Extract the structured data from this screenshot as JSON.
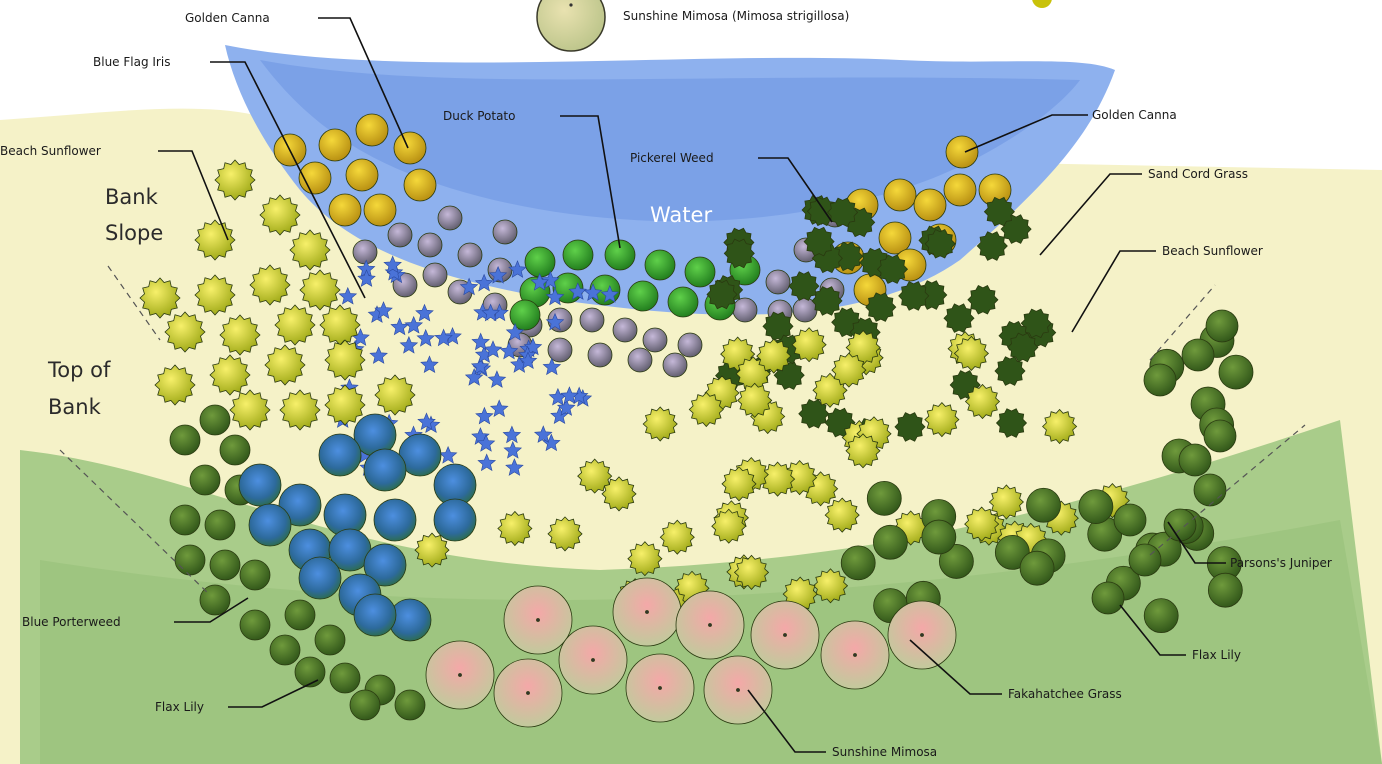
{
  "legend": {
    "sunshine_mimosa_label": "Sunshine Mimosa (Mimosa strigillosa)"
  },
  "zones": {
    "water": "Water",
    "bank_slope_line1": "Bank",
    "bank_slope_line2": "Slope",
    "top_of_bank_line1": "Top of",
    "top_of_bank_line2": "Bank"
  },
  "plant_labels": {
    "golden_canna_left": "Golden Canna",
    "blue_flag_iris": "Blue Flag Iris",
    "beach_sunflower_left": "Beach Sunflower",
    "duck_potato": "Duck Potato",
    "pickerel_weed": "Pickerel Weed",
    "golden_canna_right": "Golden Canna",
    "sand_cord_grass": "Sand Cord Grass",
    "beach_sunflower_right": "Beach Sunflower",
    "parsons_juniper": "Parsons's Juniper",
    "flax_lily_right": "Flax Lily",
    "fakahatchee_grass": "Fakahatchee Grass",
    "sunshine_mimosa": "Sunshine Mimosa",
    "flax_lily_left": "Flax Lily",
    "blue_porterweed": "Blue Porterweed"
  },
  "colors": {
    "water": "#7fa4e8",
    "bank": "#f4f1c2",
    "ground": "#a9cc8a",
    "golden_canna": "#d9c21a",
    "beach_sunflower": "#c9d020",
    "blue_flag_iris": "#4a73d8",
    "pickerel_weed": "#9a8aa6",
    "duck_potato": "#2fa52c",
    "sand_cord_grass": "#3f6b22",
    "blue_porterweed": "#2e6aa8",
    "parsons_juniper": "#4f8a2e",
    "flax_lily": "#6a9a3a",
    "sunshine_mimosa": "#e8b7a8",
    "fakahatchee_grass": "#7a9f3a"
  }
}
